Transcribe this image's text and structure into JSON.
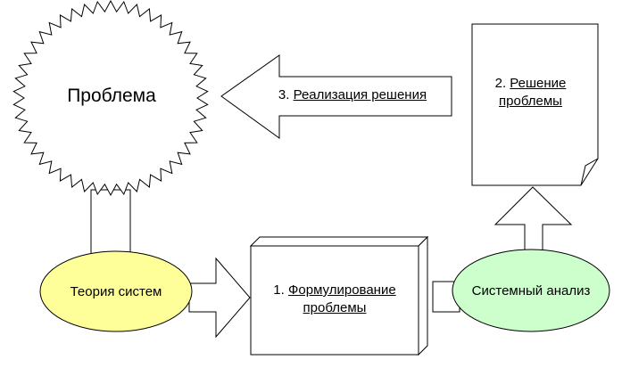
{
  "problem": {
    "text": "Проблема"
  },
  "theory": {
    "text": "Теория систем"
  },
  "analysis": {
    "text": "Системный анализ"
  },
  "formulation": {
    "number": "1.",
    "line1": "Формулирование",
    "line2": "проблемы"
  },
  "solution": {
    "number": "2.",
    "line1": "Решение",
    "line2": "проблемы"
  },
  "realization": {
    "number": "3.",
    "text": "Реализация решения"
  },
  "colors": {
    "theory_fill": "#ffff99",
    "analysis_fill": "#ccffcc",
    "line": "#000000",
    "background": "#ffffff"
  }
}
